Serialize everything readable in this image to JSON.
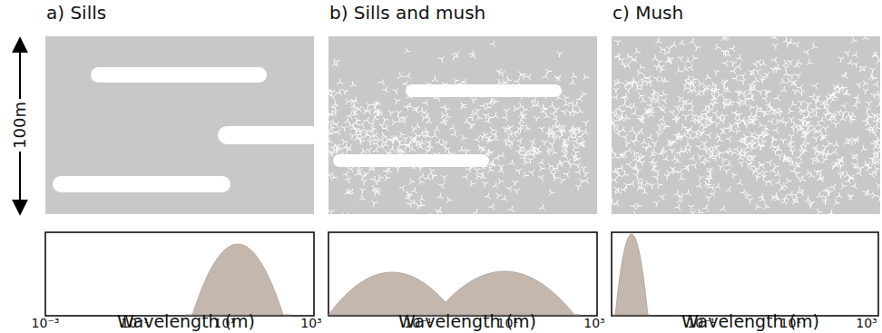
{
  "diagram": {
    "nodes": [
      {
        "text": [
          "a) Sills"
        ]
      },
      {
        "text": [
          "b) Sills and mush"
        ]
      },
      {
        "text": [
          "c) Mush"
        ]
      }
    ],
    "labels": [
      "100m",
      "10⁻³",
      "10⁻¹",
      "10¹",
      "10³",
      "Wavelength (m)",
      "10⁻¹",
      "10¹",
      "10³",
      "Wavelength (m)",
      "10⁻¹",
      "10¹",
      "10³",
      "Wavelength (m)"
    ]
  }
}
